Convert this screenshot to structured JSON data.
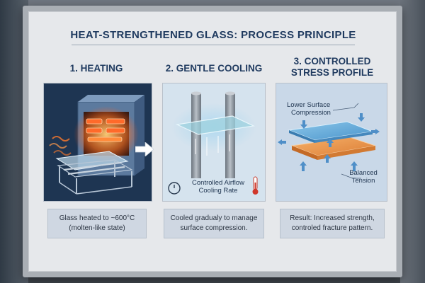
{
  "title": "HEAT-STRENGTHENED GLASS: PROCESS PRINCIPLE",
  "columns": [
    {
      "heading": "1. HEATING",
      "caption_line1": "Glass heated to ~600°C",
      "caption_line2": "(molten-like state)"
    },
    {
      "heading": "2. GENTLE COOLING",
      "label_line1": "Controlled Airflow",
      "label_line2": "Cooling Rate",
      "caption_line1": "Cooled gradualy to manage",
      "caption_line2": "surface compression."
    },
    {
      "heading_line1": "3. CONTROLLED",
      "heading_line2": "STRESS PROFILE",
      "label_top_line1": "Lower Surface",
      "label_top_line2": "Compression",
      "label_bottom_line1": "Balanced",
      "label_bottom_line2": "Tension",
      "caption_line1": "Result: Increased strength,",
      "caption_line2": "controled fracture pattern."
    }
  ],
  "colors": {
    "heading": "#1f3a5f",
    "furnace_panel": "#1e3552",
    "cooling_panel": "#d5e3ee",
    "stress_panel": "#c9d8e8",
    "caption_bg": "#cfd7e2",
    "heat_glow": "#ff7a2a",
    "glass_blue": "#5fa6d6",
    "glass_orange": "#e9924a",
    "arrow_blue": "#4f8fc8"
  },
  "icons": [
    "furnace-icon",
    "arrow-right-icon",
    "glass-sheet-icon",
    "pillar-icon",
    "gauge-icon",
    "thermometer-icon",
    "stress-arrow-icon"
  ]
}
